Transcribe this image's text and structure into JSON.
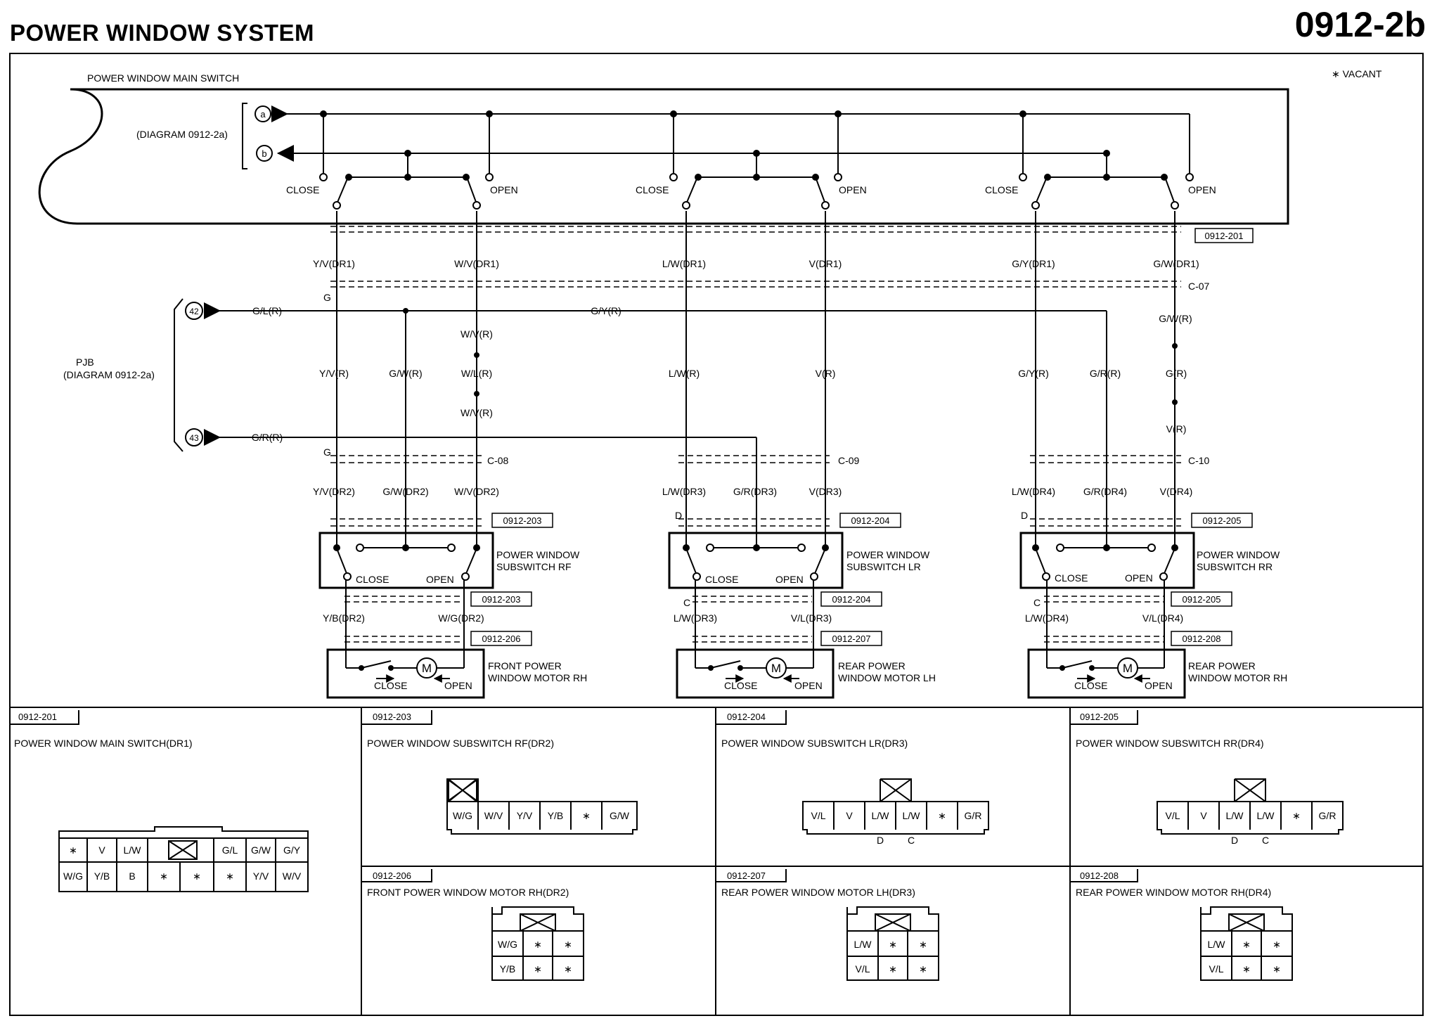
{
  "header": {
    "title": "POWER WINDOW SYSTEM",
    "code": "0912-2b"
  },
  "legend": {
    "vacant": "∗ VACANT"
  },
  "main_switch": {
    "label": "POWER WINDOW MAIN SWITCH",
    "diagram_ref": "(DIAGRAM 0912-2a)",
    "terminal_a": "a",
    "terminal_b": "b",
    "connector_ref": "0912-201",
    "close_label": "CLOSE",
    "open_label": "OPEN"
  },
  "pjb": {
    "label_line1": "PJB",
    "label_line2": "(DIAGRAM 0912-2a)",
    "terminal_42": "42",
    "terminal_43": "43"
  },
  "joints": {
    "c07": "C-07",
    "c08": "C-08",
    "c09": "C-09",
    "c10": "C-10"
  },
  "wires": {
    "yv_dr1": "Y/V(DR1)",
    "wv_dr1": "W/V(DR1)",
    "lw_dr1": "L/W(DR1)",
    "v_dr1": "V(DR1)",
    "gy_dr1": "G/Y(DR1)",
    "gw_dr1": "G/W(DR1)",
    "gl_r": "G/L(R)",
    "gy_r_top": "G/Y(R)",
    "gr_r_left": "G/R(R)",
    "yv_r": "Y/V(R)",
    "gw_r": "G/W(R)",
    "wv_r_top": "W/V(R)",
    "wl_r": "W/L(R)",
    "wv_r_bot": "W/V(R)",
    "lw_r": "L/W(R)",
    "v_r": "V(R)",
    "gy_r": "G/Y(R)",
    "gr_r": "G/R(R)",
    "gw_r_rr": "G/W(R)",
    "g_r": "G(R)",
    "v_r_rr": "V(R)",
    "g1": "G",
    "g2": "G",
    "yv_dr2": "Y/V(DR2)",
    "gw_dr2": "G/W(DR2)",
    "wv_dr2": "W/V(DR2)",
    "lw_dr3": "L/W(DR3)",
    "gr_dr3": "G/R(DR3)",
    "v_dr3": "V(DR3)",
    "lw_dr4": "L/W(DR4)",
    "gr_dr4": "G/R(DR4)",
    "v_dr4": "V(DR4)",
    "yb_dr2": "Y/B(DR2)",
    "wg_dr2": "W/G(DR2)",
    "lw_dr3b": "L/W(DR3)",
    "vl_dr3": "V/L(DR3)",
    "lw_dr4b": "L/W(DR4)",
    "vl_dr4": "V/L(DR4)",
    "d1": "D",
    "d2": "D",
    "c1": "C",
    "c2": "C"
  },
  "subswitches": [
    {
      "name_line1": "POWER WINDOW",
      "name_line2": "SUBSWITCH RF",
      "ref_top": "0912-203",
      "ref_bottom": "0912-203",
      "close": "CLOSE",
      "open": "OPEN"
    },
    {
      "name_line1": "POWER WINDOW",
      "name_line2": "SUBSWITCH LR",
      "ref_top": "0912-204",
      "ref_bottom": "0912-204",
      "close": "CLOSE",
      "open": "OPEN"
    },
    {
      "name_line1": "POWER WINDOW",
      "name_line2": "SUBSWITCH RR",
      "ref_top": "0912-205",
      "ref_bottom": "0912-205",
      "close": "CLOSE",
      "open": "OPEN"
    }
  ],
  "motors": [
    {
      "name_line1": "FRONT POWER",
      "name_line2": "WINDOW MOTOR RH",
      "ref": "0912-206",
      "close": "CLOSE",
      "open": "OPEN",
      "symbol": "M"
    },
    {
      "name_line1": "REAR POWER",
      "name_line2": "WINDOW MOTOR LH",
      "ref": "0912-207",
      "close": "CLOSE",
      "open": "OPEN",
      "symbol": "M"
    },
    {
      "name_line1": "REAR POWER",
      "name_line2": "WINDOW MOTOR RH",
      "ref": "0912-208",
      "close": "CLOSE",
      "open": "OPEN",
      "symbol": "M"
    }
  ],
  "connectors": {
    "c201": {
      "ref": "0912-201",
      "title": "POWER WINDOW MAIN SWITCH(DR1)",
      "row1": [
        "∗",
        "V",
        "L/W",
        "G/L",
        "G/W",
        "G/Y"
      ],
      "row2": [
        "W/G",
        "Y/B",
        "B",
        "∗",
        "∗",
        "∗",
        "Y/V",
        "W/V"
      ]
    },
    "c203": {
      "ref": "0912-203",
      "title": "POWER WINDOW SUBSWITCH RF(DR2)",
      "pins": [
        "W/G",
        "W/V",
        "Y/V",
        "Y/B",
        "∗",
        "G/W"
      ]
    },
    "c204": {
      "ref": "0912-204",
      "title": "POWER WINDOW SUBSWITCH LR(DR3)",
      "pins": [
        "V/L",
        "V",
        "L/W",
        "L/W",
        "∗",
        "G/R"
      ],
      "marks": [
        "D",
        "C"
      ]
    },
    "c205": {
      "ref": "0912-205",
      "title": "POWER WINDOW SUBSWITCH RR(DR4)",
      "pins": [
        "V/L",
        "V",
        "L/W",
        "L/W",
        "∗",
        "G/R"
      ],
      "marks": [
        "D",
        "C"
      ]
    },
    "c206": {
      "ref": "0912-206",
      "title": "FRONT POWER WINDOW MOTOR RH(DR2)",
      "row1": [
        "W/G",
        "∗",
        "∗"
      ],
      "row2": [
        "Y/B",
        "∗",
        "∗"
      ]
    },
    "c207": {
      "ref": "0912-207",
      "title": "REAR POWER WINDOW MOTOR LH(DR3)",
      "row1": [
        "L/W",
        "∗",
        "∗"
      ],
      "row2": [
        "V/L",
        "∗",
        "∗"
      ]
    },
    "c208": {
      "ref": "0912-208",
      "title": "REAR POWER WINDOW MOTOR RH(DR4)",
      "row1": [
        "L/W",
        "∗",
        "∗"
      ],
      "row2": [
        "V/L",
        "∗",
        "∗"
      ]
    }
  }
}
